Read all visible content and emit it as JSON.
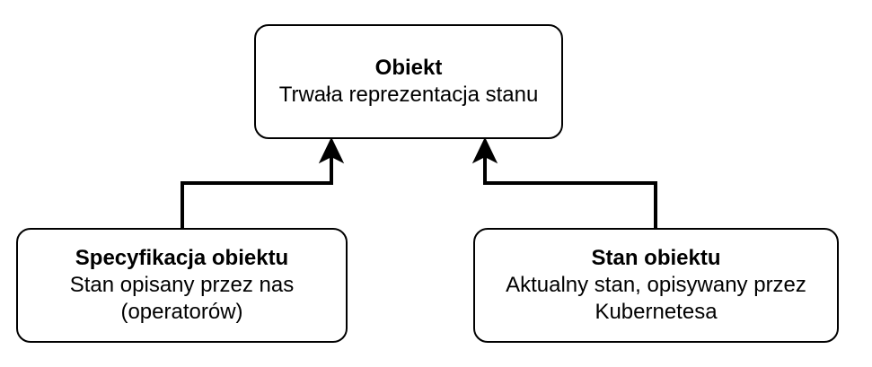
{
  "diagram": {
    "nodes": {
      "object": {
        "title": "Obiekt",
        "lines": [
          "Trwała reprezentacja stanu"
        ]
      },
      "spec": {
        "title": "Specyfikacja obiektu",
        "lines": [
          "Stan opisany przez nas",
          "(operatorów)"
        ]
      },
      "status": {
        "title": "Stan obiektu",
        "lines": [
          "Aktualny stan, opisywany przez",
          "Kubernetesa"
        ]
      }
    },
    "edges": [
      {
        "from": "spec",
        "to": "object"
      },
      {
        "from": "status",
        "to": "object"
      }
    ],
    "colors": {
      "stroke": "#000000",
      "fill": "#ffffff"
    }
  }
}
